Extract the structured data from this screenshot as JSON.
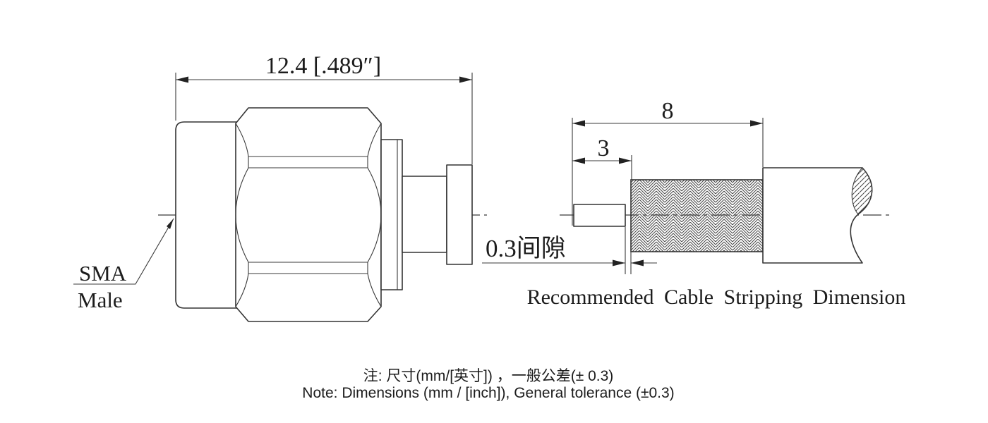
{
  "left_view": {
    "width_dimension": "12.4 [.489″]",
    "connector_label_line1": "SMA",
    "connector_label_line2": "Male"
  },
  "right_view": {
    "overall_strip_dimension": "8",
    "inner_strip_dimension": "3",
    "clearance_label": "0.3间隙",
    "caption": "Recommended Cable Stripping Dimension"
  },
  "notes": {
    "chinese": "注: 尺寸(mm/[英寸]) ，一般公差(± 0.3)",
    "english": "Note: Dimensions (mm / [inch]), General tolerance (±0.3)"
  },
  "colors": {
    "line": "#333333",
    "text": "#1c1c1c",
    "background": "#ffffff"
  }
}
